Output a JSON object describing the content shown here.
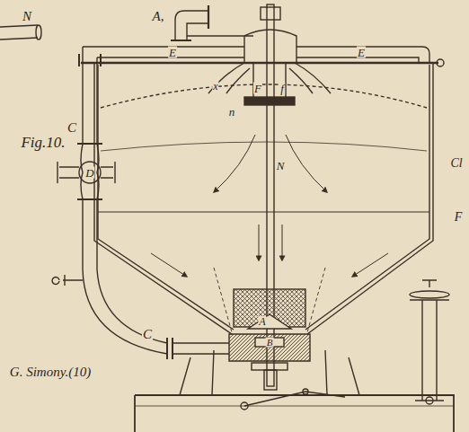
{
  "diagram": {
    "labels": [
      "N",
      "A,",
      "E",
      "E",
      "x",
      "F",
      "f",
      "n",
      "Fig.10.",
      "C",
      "D",
      "N",
      "A",
      "B",
      "C",
      "G. Simony.(10)",
      "Cl",
      "F"
    ]
  }
}
